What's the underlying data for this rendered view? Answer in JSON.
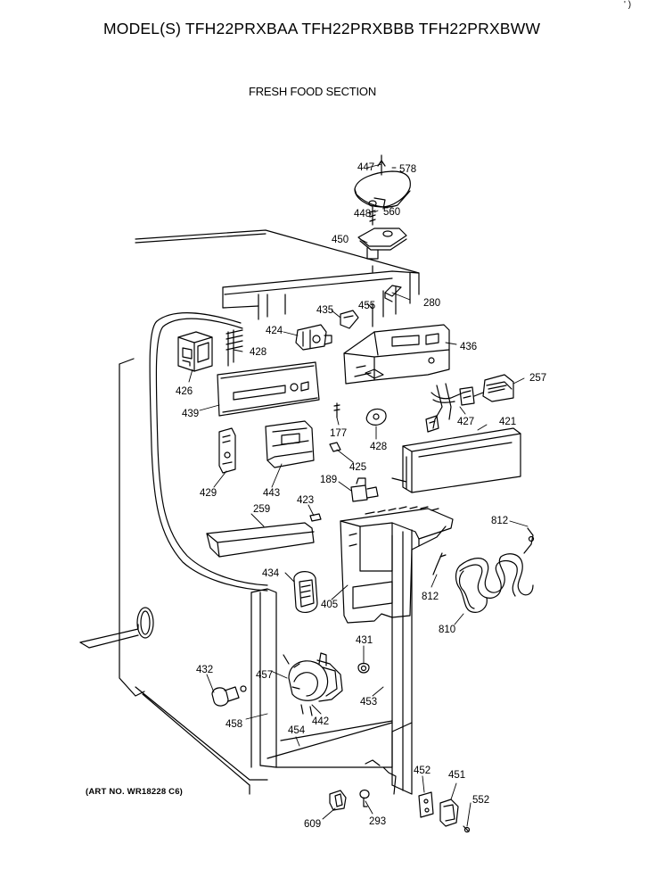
{
  "header": {
    "model_line": "MODEL(S) TFH22PRXBAA  TFH22PRXBBB  TFH22PRXBWW",
    "section_title": "FRESH FOOD SECTION",
    "corner_mark": "' )"
  },
  "footer": {
    "art_number": "(ART NO. WR18228 C6)"
  },
  "part_numbers": [
    "578",
    "447",
    "560",
    "448",
    "450",
    "280",
    "455",
    "435",
    "424",
    "428",
    "436",
    "426",
    "257",
    "439",
    "427",
    "421",
    "177",
    "428",
    "425",
    "429",
    "443",
    "189",
    "423",
    "259",
    "812",
    "434",
    "812",
    "405",
    "810",
    "431",
    "432",
    "457",
    "453",
    "442",
    "458",
    "454",
    "452",
    "451",
    "552",
    "609",
    "293"
  ]
}
